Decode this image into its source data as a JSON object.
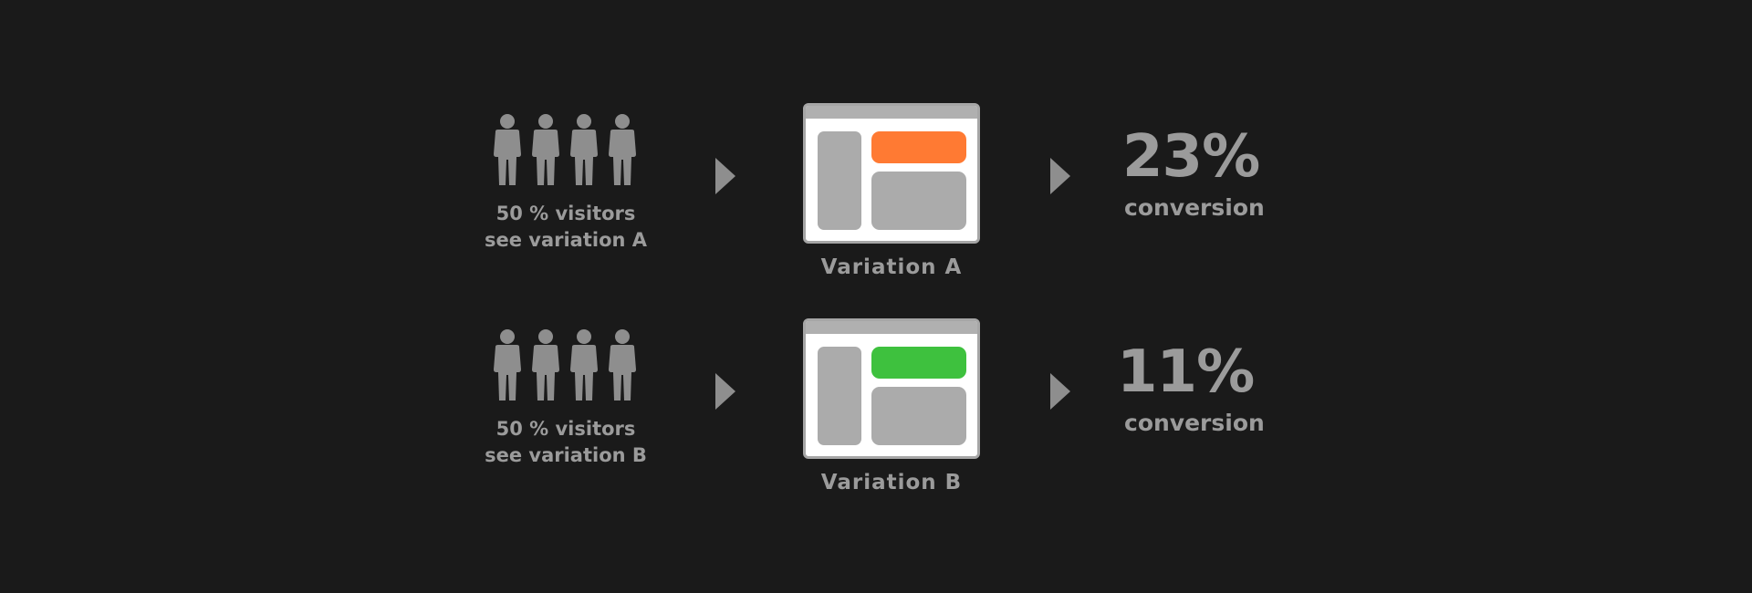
{
  "colors": {
    "background": "#1a1a1a",
    "text": "#9b9b9b",
    "icon_gray": "#8e8e8e",
    "variation_a_accent": "#ff7a33",
    "variation_b_accent": "#3ec13e"
  },
  "rows": [
    {
      "visitors_line1": "50 % visitors",
      "visitors_line2": "see variation A",
      "variation_label": "Variation A",
      "accent_color": "#ff7a33",
      "conversion_value": "23%",
      "conversion_label": "conversion"
    },
    {
      "visitors_line1": "50 % visitors",
      "visitors_line2": "see variation B",
      "variation_label": "Variation B",
      "accent_color": "#3ec13e",
      "conversion_value": "11%",
      "conversion_label": "conversion"
    }
  ],
  "icons": {
    "person": "person-icon",
    "arrow": "arrow-right-icon",
    "window": "browser-window-icon"
  }
}
